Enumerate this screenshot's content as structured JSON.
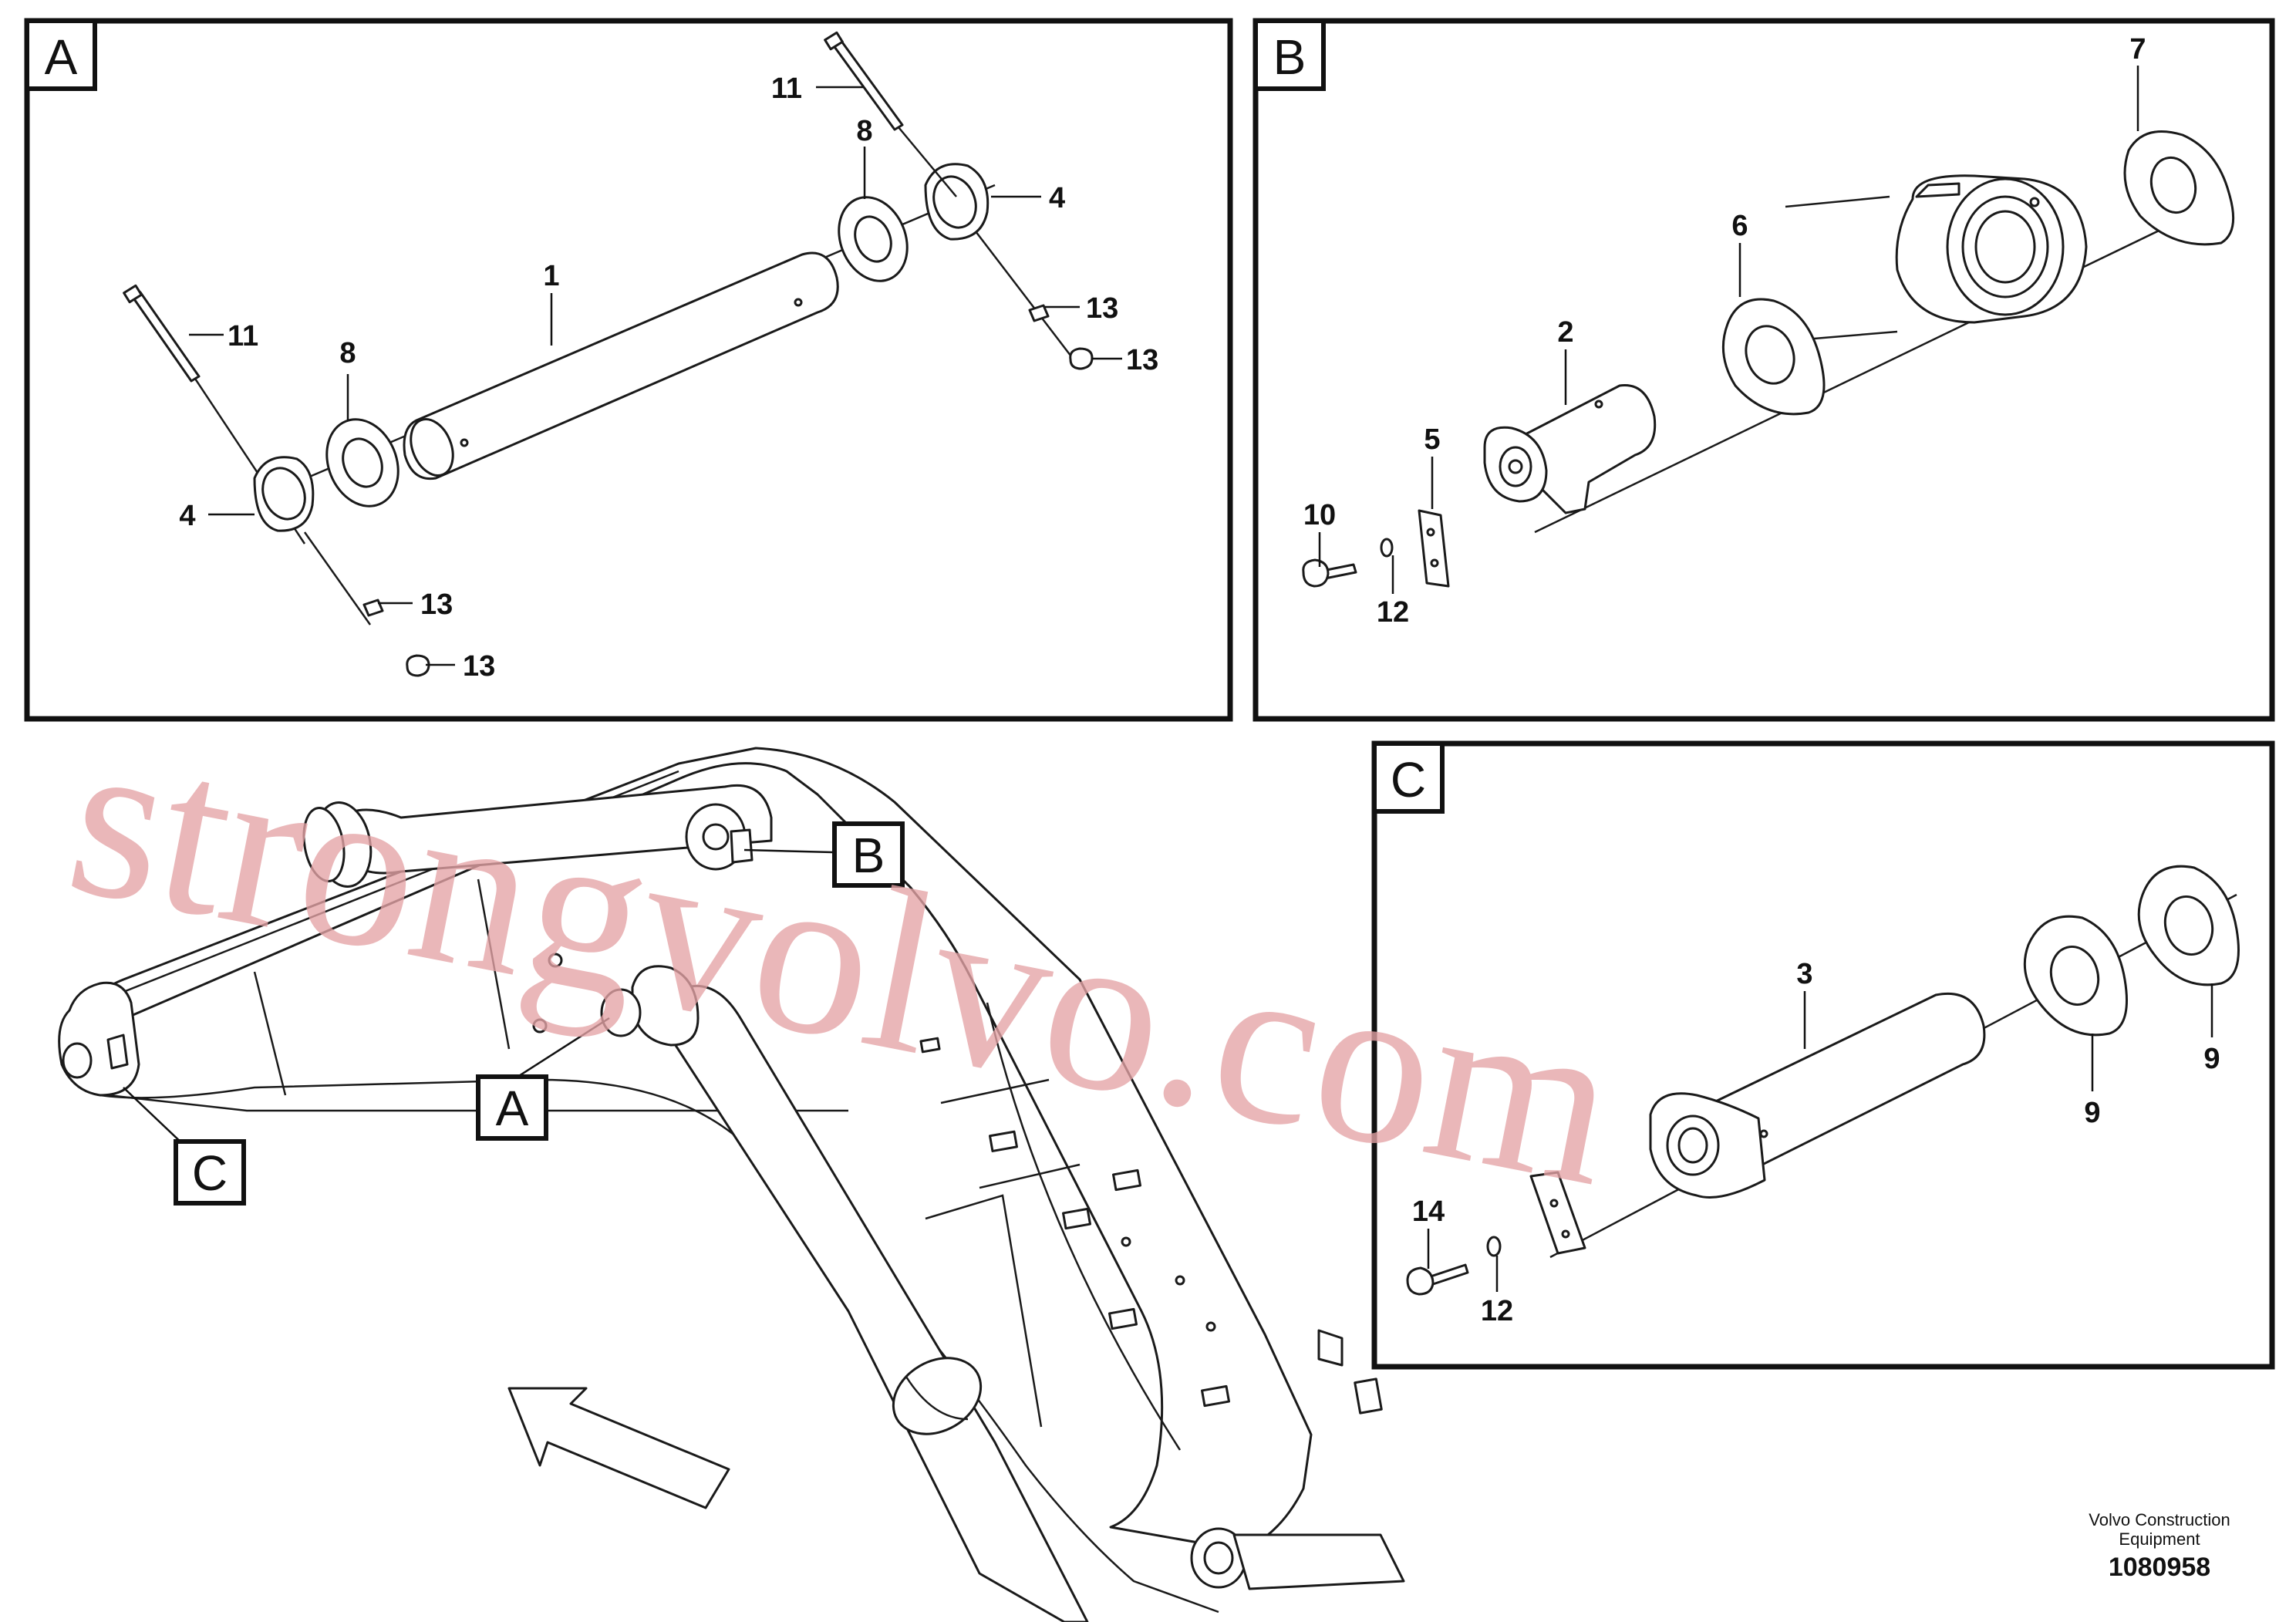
{
  "panels": {
    "a": {
      "tag": "A"
    },
    "b": {
      "tag": "B"
    },
    "c": {
      "tag": "C"
    }
  },
  "overview": {
    "callouts": [
      "A",
      "B",
      "C"
    ]
  },
  "callouts": {
    "a": [
      "11",
      "8",
      "4",
      "1",
      "13",
      "13",
      "11",
      "8",
      "4",
      "13",
      "13"
    ],
    "b": [
      "7",
      "6",
      "2",
      "5",
      "10",
      "12"
    ],
    "c": [
      "3",
      "9",
      "9",
      "14",
      "12"
    ]
  },
  "watermark": {
    "text": "strongvolvo.com"
  },
  "footer": {
    "brand_line1": "Volvo Construction",
    "brand_line2": "Equipment",
    "drawing_number": "1080958"
  },
  "colors": {
    "line": "#111111",
    "watermark": "#e5a3a6",
    "background": "#ffffff"
  }
}
